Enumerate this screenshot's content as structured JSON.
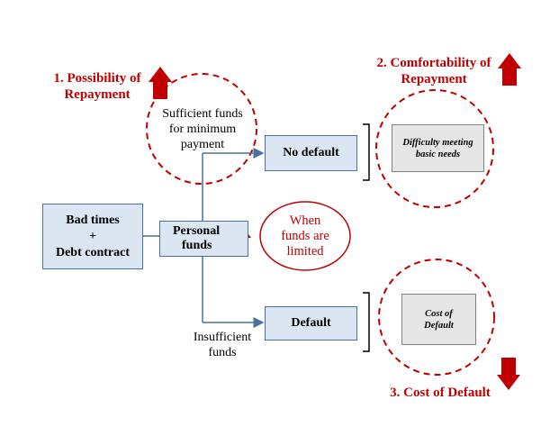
{
  "boxes": {
    "bad_times": [
      "Bad times",
      "+",
      "Debt contract"
    ],
    "personal_funds": [
      "Personal",
      "funds"
    ],
    "no_default": "No default",
    "default": "Default",
    "difficulty": [
      "Difficulty meeting",
      "basic needs"
    ],
    "cost_default": [
      "Cost of",
      "Default"
    ]
  },
  "labels": {
    "sufficient": [
      "Sufficient funds",
      "for minimum",
      "payment"
    ],
    "insufficient": [
      "Insufficient",
      "funds"
    ],
    "when_limited": [
      "When",
      "funds are",
      "limited"
    ]
  },
  "headings": {
    "possibility": [
      "1. Possibility of",
      "Repayment"
    ],
    "comfortability": [
      "2. Comfortability of",
      "Repayment"
    ],
    "cost": "3. Cost of Default"
  },
  "colors": {
    "accent_red": "#c00000",
    "box_blue": "#dce6f2",
    "connector_blue": "#4a6fa5"
  }
}
